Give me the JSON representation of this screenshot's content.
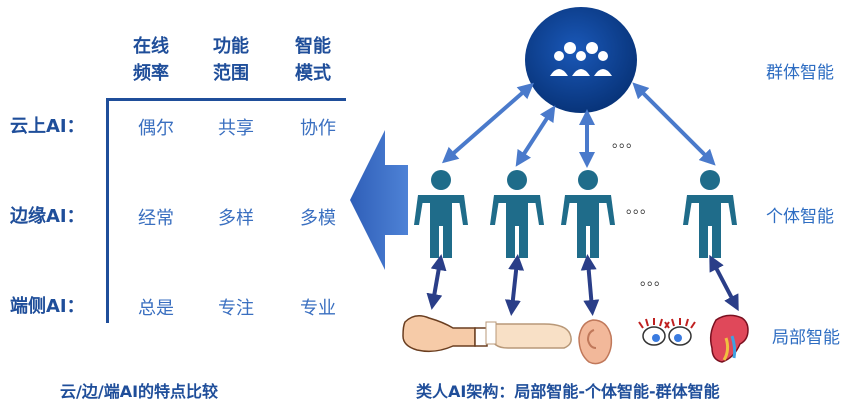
{
  "left_table": {
    "headers": [
      [
        "在线",
        "频率"
      ],
      [
        "功能",
        "范围"
      ],
      [
        "智能",
        "模式"
      ]
    ],
    "rows": [
      {
        "label": "云上AI：",
        "cells": [
          "偶尔",
          "共享",
          "协作"
        ]
      },
      {
        "label": "边缘AI：",
        "cells": [
          "经常",
          "多样",
          "多模"
        ]
      },
      {
        "label": "端侧AI：",
        "cells": [
          "总是",
          "专注",
          "专业"
        ]
      }
    ],
    "caption": "云/边/端AI的特点比较"
  },
  "right_diagram": {
    "levels": {
      "group": "群体智能",
      "individual": "个体智能",
      "local": "局部智能"
    },
    "ellipsis": "。。。",
    "caption": "类人AI架构：局部智能-个体智能-群体智能",
    "colors": {
      "person": "#1F6C8A",
      "circle": "#0A3E8F",
      "arrow_light": "#4A7ACB",
      "arrow_dark": "#2A3E88"
    }
  }
}
